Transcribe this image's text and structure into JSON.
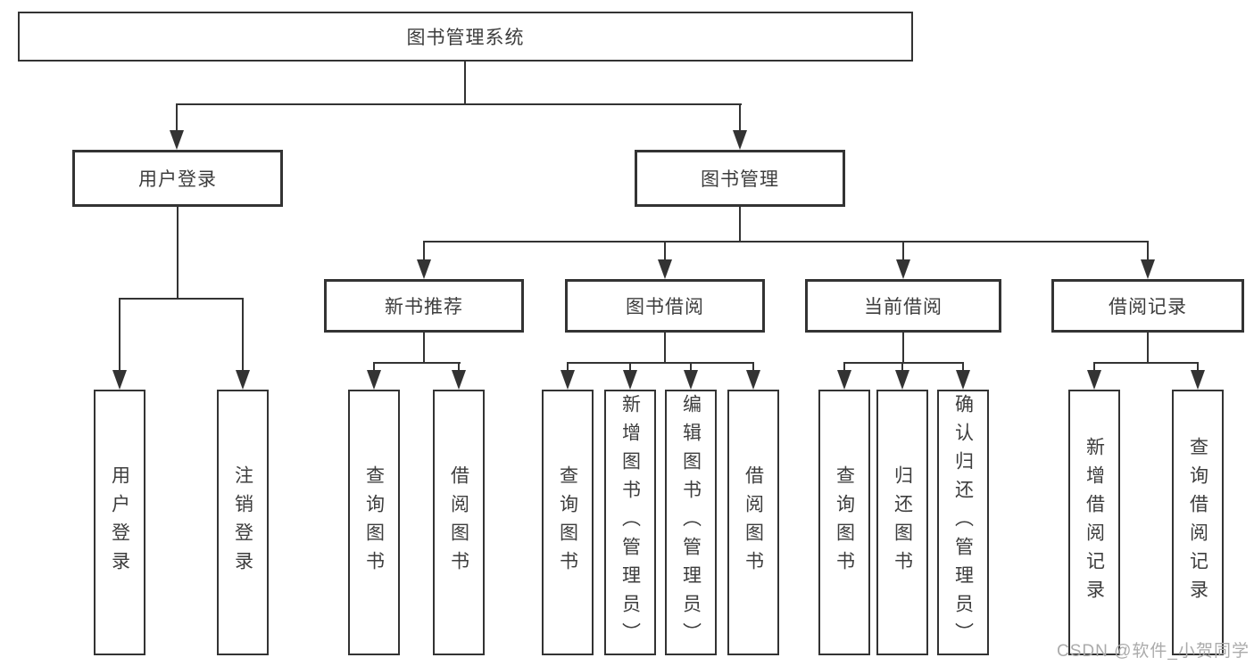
{
  "colors": {
    "line": "#333333",
    "node_border": "#333333",
    "node_text": "#3d3d3d",
    "background": "#ffffff",
    "watermark": "#ababab"
  },
  "tree": {
    "root": "图书管理系统",
    "login_branch": {
      "label": "用户登录",
      "leaves": [
        "用户登录",
        "注销登录"
      ]
    },
    "manage_branch": {
      "label": "图书管理",
      "modules": [
        {
          "label": "新书推荐",
          "leaves": [
            "查询图书",
            "借阅图书"
          ]
        },
        {
          "label": "图书借阅",
          "leaves": [
            "查询图书",
            "新增图书（管理员）",
            "编辑图书（管理员）",
            "借阅图书"
          ]
        },
        {
          "label": "当前借阅",
          "leaves": [
            "查询图书",
            "归还图书",
            "确认归还（管理员）"
          ]
        },
        {
          "label": "借阅记录",
          "leaves": [
            "新增借阅记录",
            "查询借阅记录"
          ]
        }
      ]
    }
  },
  "watermark": "CSDN @软件_小贺同学"
}
